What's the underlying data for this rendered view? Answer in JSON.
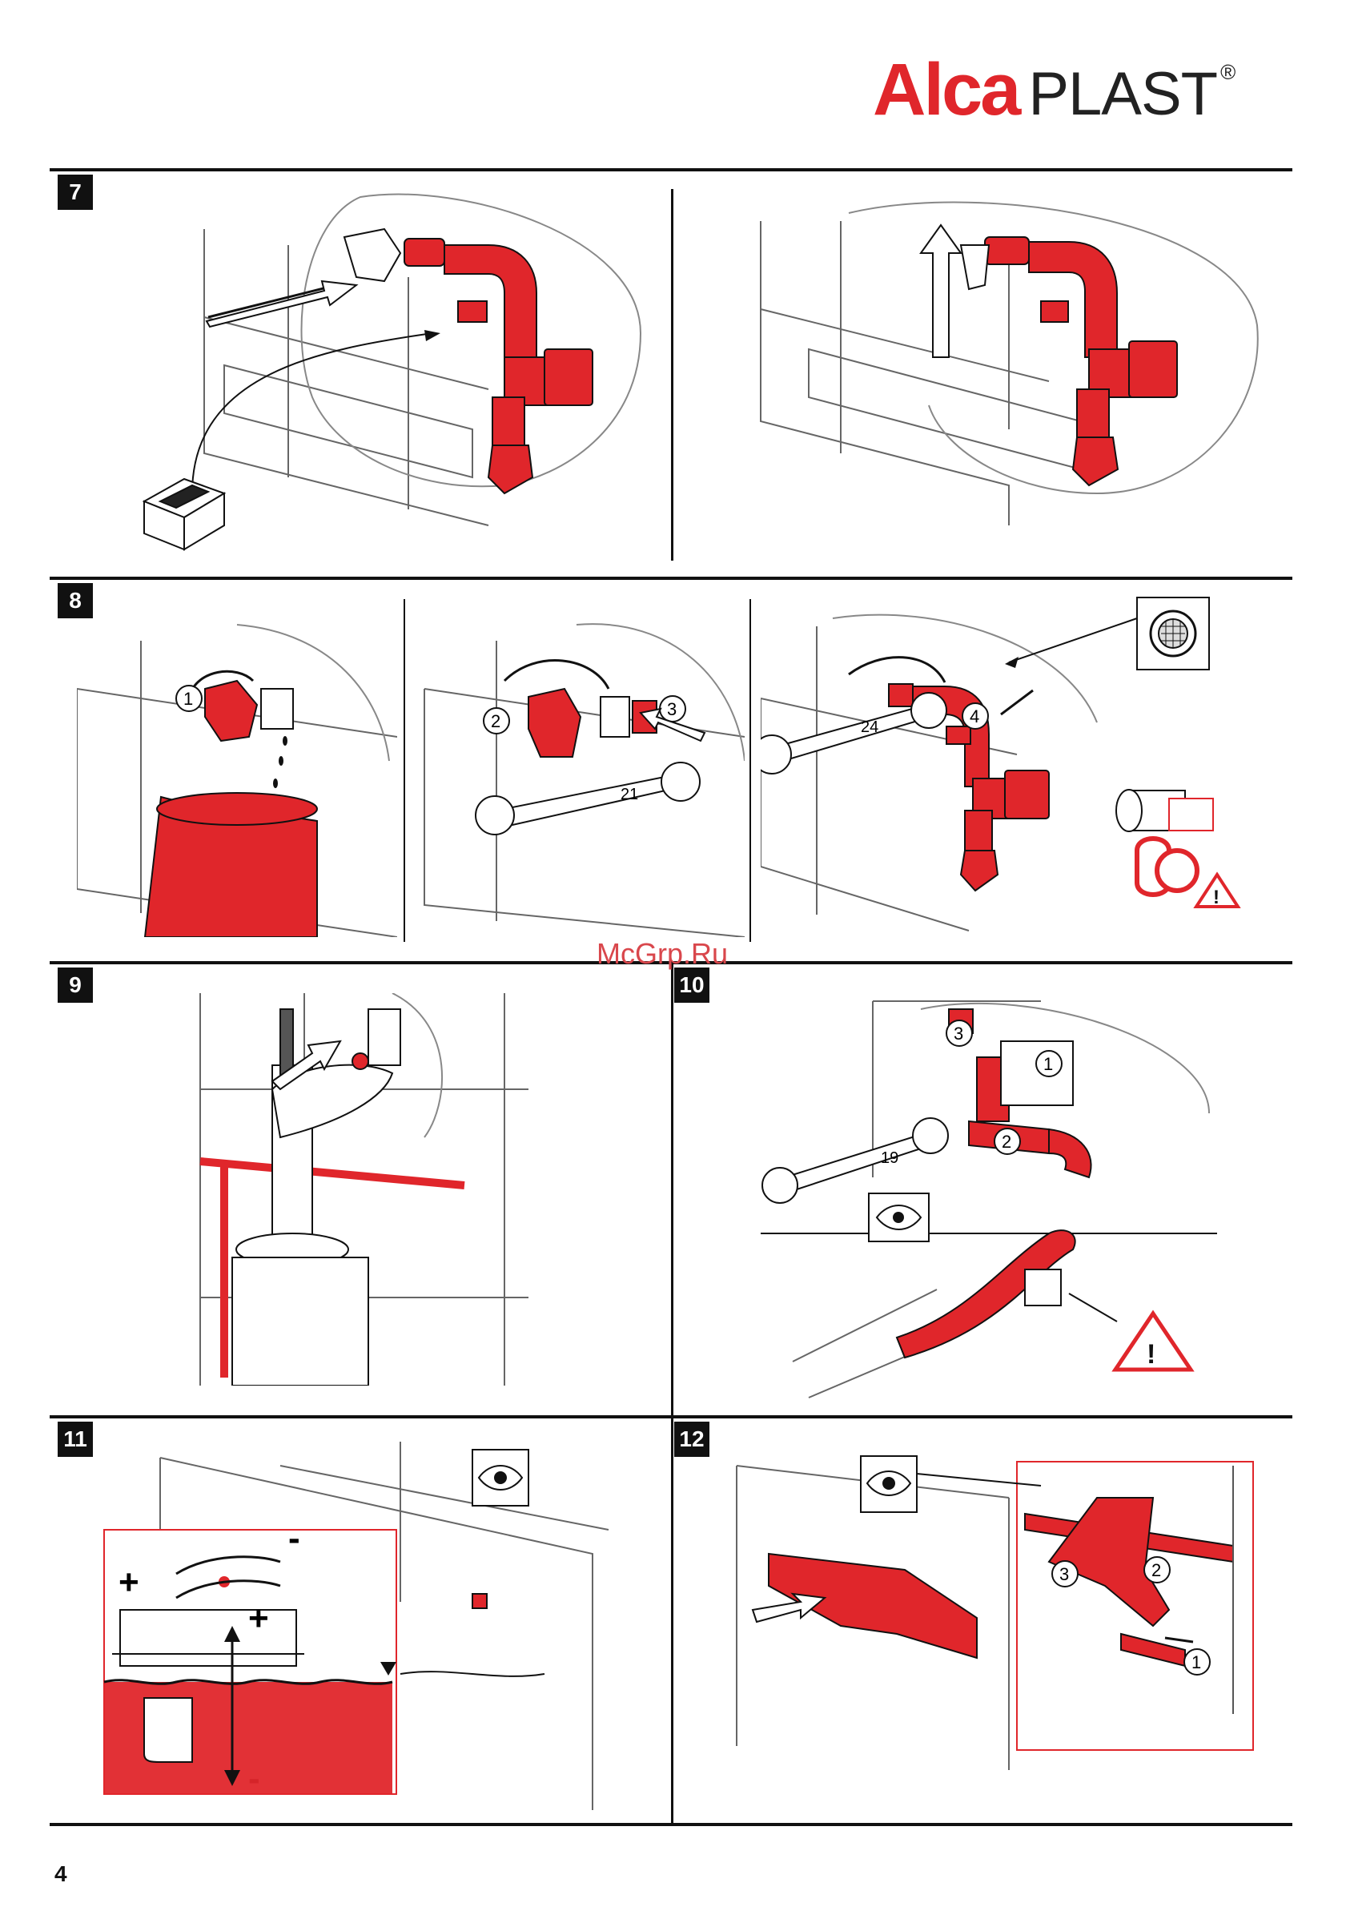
{
  "brand": {
    "alca": "Alca",
    "plast": "PLAST",
    "registered": "®",
    "color": "#e0262b"
  },
  "steps": [
    "7",
    "8",
    "9",
    "10",
    "11",
    "12"
  ],
  "callouts": {
    "s8_a": "1",
    "s8_b": "2",
    "s8_c": "3",
    "s8_d": "4",
    "s8_wrench_a": "21",
    "s8_wrench_b": "24",
    "s10_a": "1",
    "s10_b": "2",
    "s10_c": "3",
    "s10_wrench": "19",
    "s11_plus_a": "+",
    "s11_minus_a": "-",
    "s11_plus_b": "+",
    "s11_minus_b": "-",
    "s12_a": "1",
    "s12_b": "2",
    "s12_c": "3",
    "warning": "!"
  },
  "watermark": "McGrp.Ru",
  "page_number": "4",
  "colors": {
    "accent": "#e0262b",
    "line": "#111111",
    "sketch": "#555555"
  },
  "icons": [
    "box-icon",
    "eye-icon",
    "warning-icon",
    "filter-icon",
    "wrench-icon",
    "arrow-icon"
  ]
}
